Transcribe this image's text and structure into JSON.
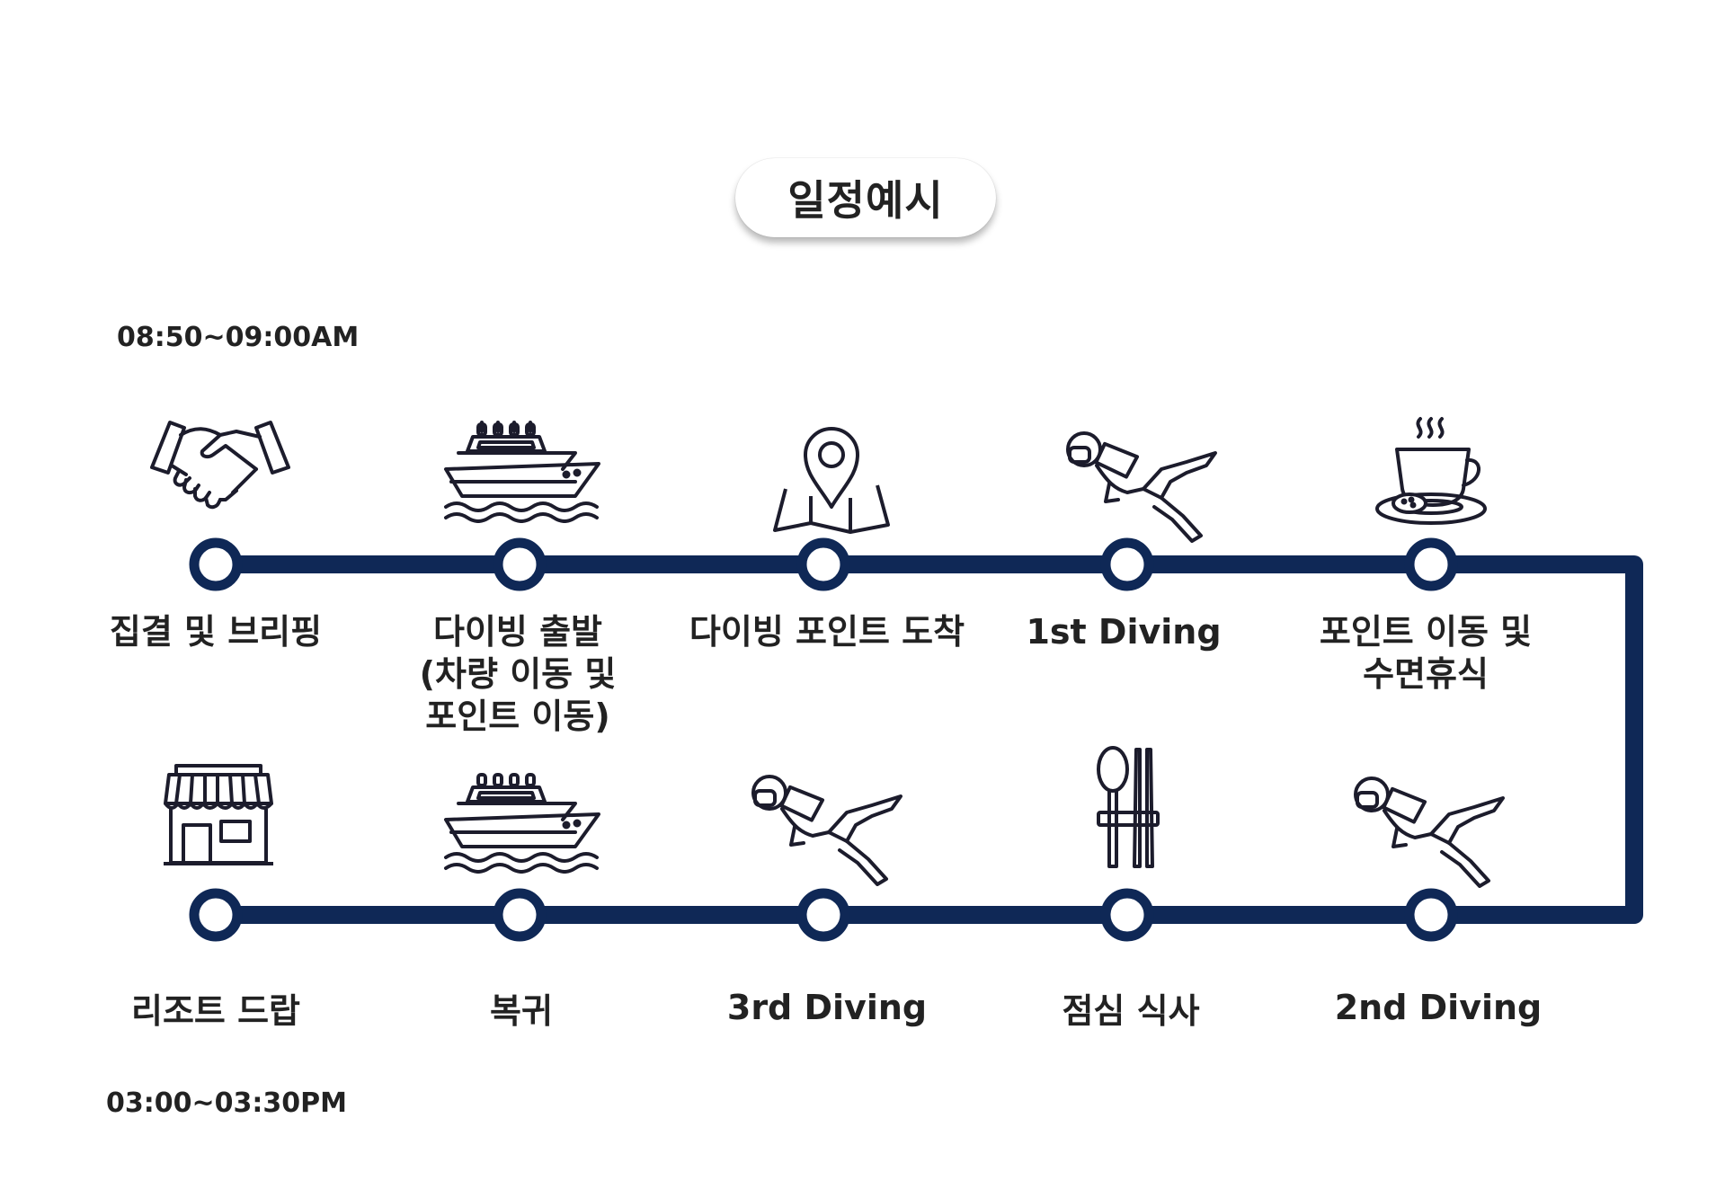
{
  "title": "일정예시",
  "time_start": "08:50~09:00AM",
  "time_end": "03:00~03:30PM",
  "colors": {
    "track": "#0f2856",
    "text": "#222222",
    "icon_stroke": "#1c1c2c"
  },
  "top_row": [
    {
      "label": "집결 및 브리핑",
      "icon": "handshake-icon"
    },
    {
      "label": "다이빙 출발\n(차량 이동 및\n포인트 이동)",
      "icon": "boat-icon"
    },
    {
      "label": "다이빙 포인트 도착",
      "icon": "map-pin-icon"
    },
    {
      "label": "1st Diving",
      "icon": "scuba-diver-icon"
    },
    {
      "label": "포인트 이동 및\n수면휴식",
      "icon": "coffee-cup-icon"
    }
  ],
  "bottom_row": [
    {
      "label": "리조트 드랍",
      "icon": "shop-icon"
    },
    {
      "label": "복귀",
      "icon": "boat-icon"
    },
    {
      "label": "3rd Diving",
      "icon": "scuba-diver-icon"
    },
    {
      "label": "점심 식사",
      "icon": "spoon-chopsticks-icon"
    },
    {
      "label": "2nd Diving",
      "icon": "scuba-diver-icon"
    }
  ]
}
